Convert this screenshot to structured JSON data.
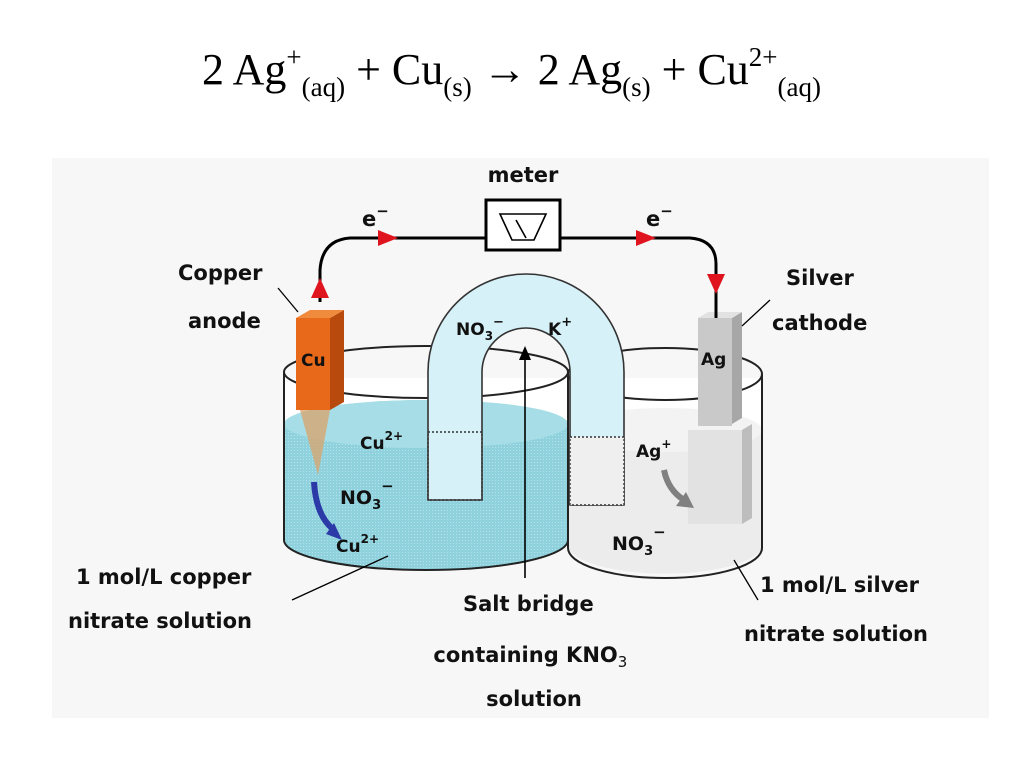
{
  "equation": {
    "coef_ag": "2",
    "ag": "Ag",
    "ag_charge": "+",
    "ag_state": "(aq)",
    "plus_1": "+",
    "cu": "Cu",
    "cu_state": "(s)",
    "arrow": "→",
    "coef_ag_product": "2",
    "ag_product": "Ag",
    "ag_product_state": "(s)",
    "plus_2": "+",
    "cu_ion": "Cu",
    "cu_ion_charge": "2+",
    "cu_ion_state": "(aq)"
  },
  "diagram": {
    "meter": "meter",
    "electron": "e",
    "electron_charge": "−",
    "copper_anode": [
      "Copper",
      "anode"
    ],
    "silver_cathode": [
      "Silver",
      "cathode"
    ],
    "cu_electrode": "Cu",
    "ag_electrode": "Ag",
    "bridge_anion": "NO",
    "bridge_anion_sub": "3",
    "bridge_anion_charge": "−",
    "bridge_cation": "K",
    "bridge_cation_charge": "+",
    "cu_ion": "Cu",
    "cu_ion_charge": "2+",
    "nitrate": "NO",
    "nitrate_sub": "3",
    "nitrate_charge": "−",
    "ag_ion": "Ag",
    "ag_ion_charge": "+",
    "copper_solution": [
      "1 mol/L copper",
      "nitrate solution"
    ],
    "silver_solution": [
      "1 mol/L silver",
      "nitrate solution"
    ],
    "salt_bridge": [
      "Salt bridge",
      "containing KNO",
      "solution"
    ],
    "salt_bridge_sub": "3",
    "colors": {
      "copper_electrode": "#e8691a",
      "copper_solution": "#8fd2de",
      "silver_electrode": "#c9c9c9",
      "salt_bridge": "#d6f1f7",
      "electron_arrow": "#e0141e",
      "ion_arrow_copper": "#2c3aa8",
      "ion_arrow_silver": "#808080"
    }
  }
}
